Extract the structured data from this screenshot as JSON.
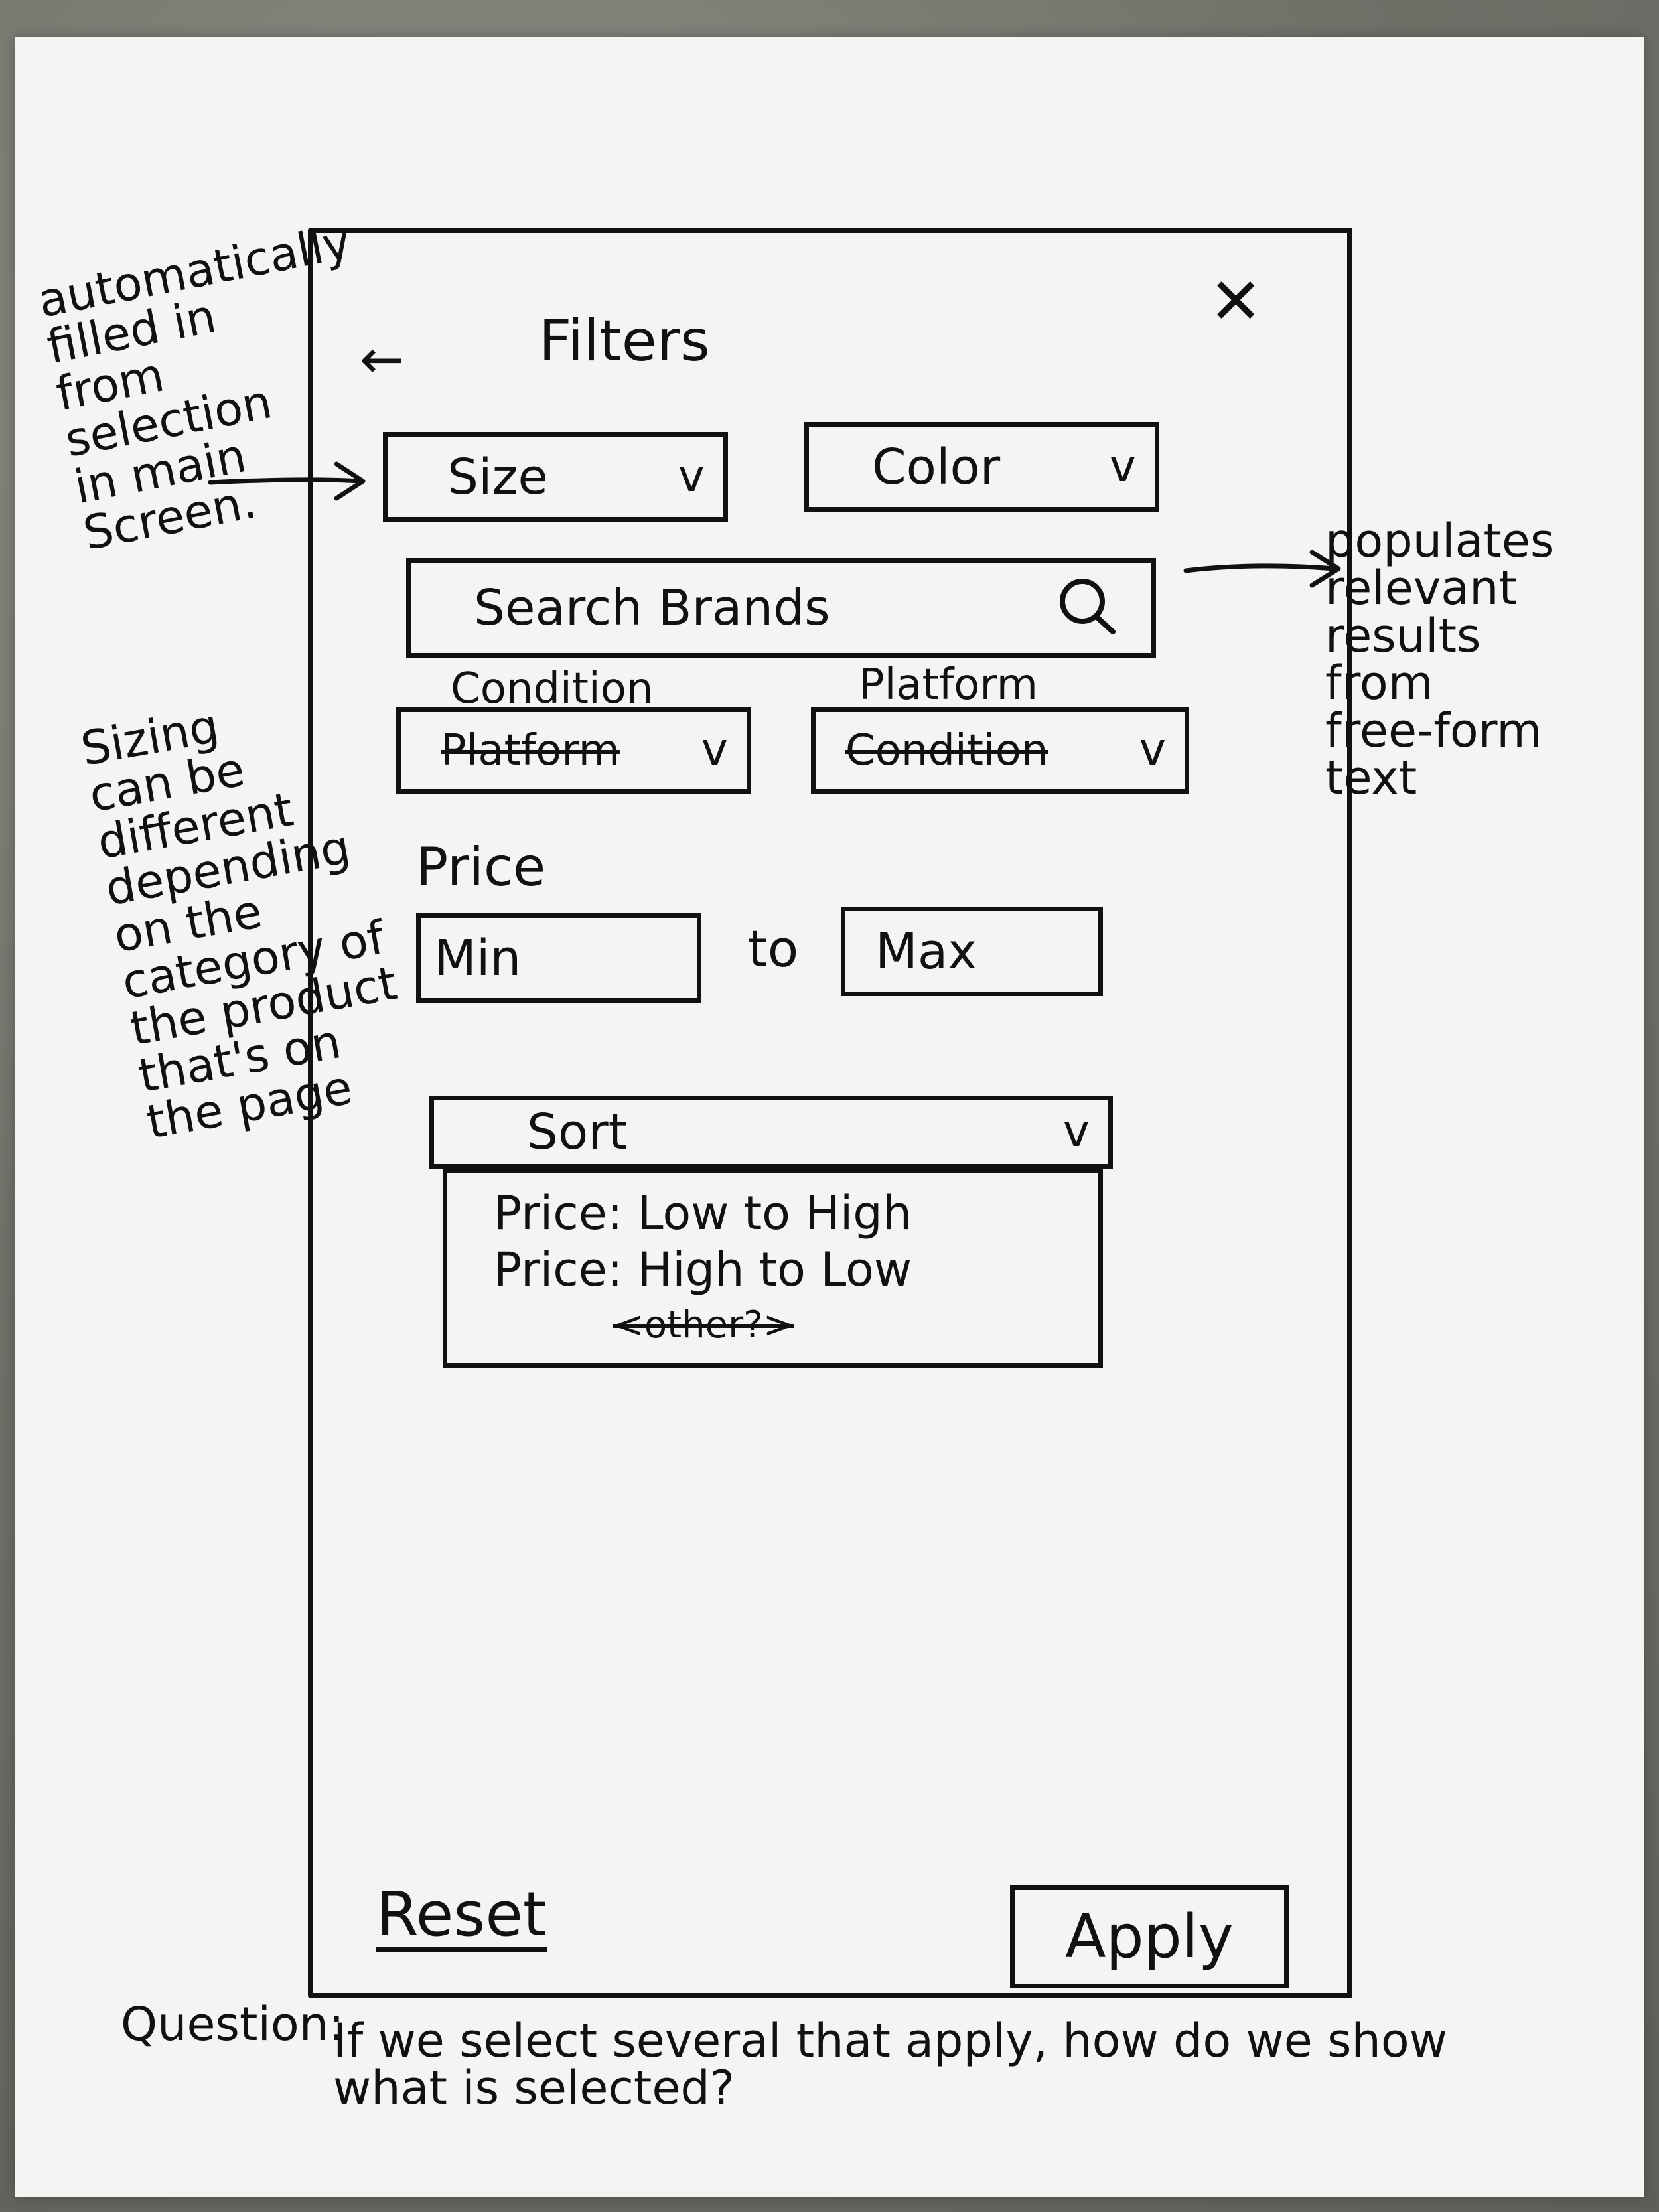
{
  "screen": {
    "title": "Filters",
    "back_icon": "arrow-left-icon",
    "close_icon": "close-icon",
    "size_dropdown": {
      "label": "Size",
      "chevron": "v"
    },
    "color_dropdown": {
      "label": "Color",
      "chevron": "v"
    },
    "brand_search": {
      "placeholder": "Search Brands",
      "icon": "search-icon"
    },
    "left_dropdown": {
      "top_label": "Condition",
      "struck_label": "Platform",
      "chevron": "v"
    },
    "right_dropdown": {
      "top_label": "Platform",
      "struck_label": "Condition",
      "chevron": "v"
    },
    "price": {
      "label": "Price",
      "min_placeholder": "Min",
      "separator": "to",
      "max_placeholder": "Max"
    },
    "sort": {
      "label": "Sort",
      "chevron": "v",
      "options": [
        "Price: Low to High",
        "Price: High to Low",
        "<other?>"
      ]
    },
    "reset_label": "Reset",
    "apply_label": "Apply"
  },
  "annotations": {
    "left_top": "automatically\nfilled in\nfrom\nselection\nin main\nScreen.",
    "left_middle": "Sizing\ncan be\ndifferent\ndepending\non the\ncategory of\nthe product\nthat's on\nthe page",
    "right": "populates\nrelevant\nresults\nfrom\nfree-form\ntext",
    "question_prefix": "Question:",
    "question_text": "If we select several that apply, how do we show\nwhat is selected?"
  }
}
